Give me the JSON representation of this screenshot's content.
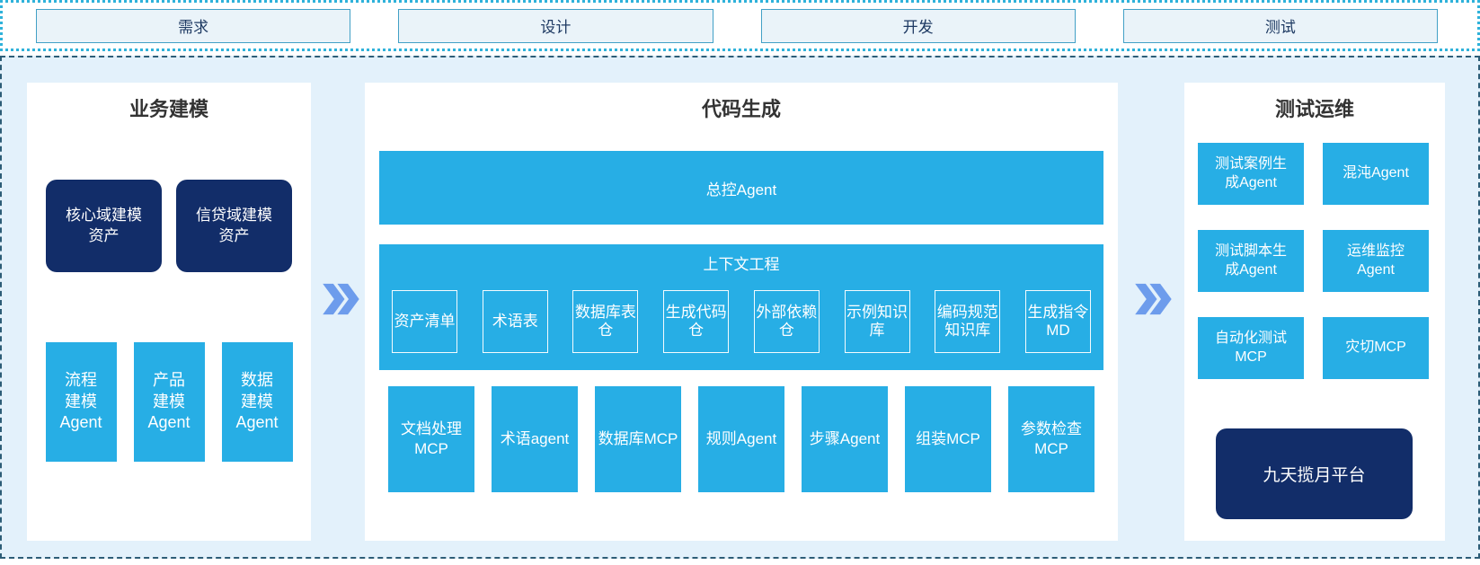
{
  "phases": {
    "items": [
      {
        "label": "需求"
      },
      {
        "label": "设计"
      },
      {
        "label": "开发"
      },
      {
        "label": "测试"
      }
    ]
  },
  "left_panel": {
    "title": "业务建模",
    "assets": [
      {
        "label": "核心域建模资产"
      },
      {
        "label": "信贷域建模资产"
      }
    ],
    "agents": [
      {
        "label": "流程建模Agent"
      },
      {
        "label": "产品建模Agent"
      },
      {
        "label": "数据建模Agent"
      }
    ]
  },
  "middle_panel": {
    "title": "代码生成",
    "master_agent": "总控Agent",
    "context_engineering": {
      "title": "上下文工程",
      "items": [
        {
          "label": "资产清单"
        },
        {
          "label": "术语表"
        },
        {
          "label": "数据库表仓"
        },
        {
          "label": "生成代码仓"
        },
        {
          "label": "外部依赖仓"
        },
        {
          "label": "示例知识库"
        },
        {
          "label": "编码规范知识库"
        },
        {
          "label": "生成指令MD"
        }
      ]
    },
    "tools": [
      {
        "label": "文档处理MCP"
      },
      {
        "label": "术语agent"
      },
      {
        "label": "数据库MCP"
      },
      {
        "label": "规则Agent"
      },
      {
        "label": "步骤Agent"
      },
      {
        "label": "组装MCP"
      },
      {
        "label": "参数检查MCP"
      }
    ]
  },
  "right_panel": {
    "title": "测试运维",
    "boxes": [
      {
        "label": "测试案例生成Agent"
      },
      {
        "label": "混沌Agent"
      },
      {
        "label": "测试脚本生成Agent"
      },
      {
        "label": "运维监控Agent"
      },
      {
        "label": "自动化测试MCP"
      },
      {
        "label": "灾切MCP"
      }
    ],
    "platform": {
      "label": "九天揽月平台"
    }
  },
  "icons": {
    "flow_arrow": "double-chevron-right"
  },
  "colors": {
    "cyan": "#27aee5",
    "navy": "#122d69",
    "container_bg": "#e3f1fb",
    "container_border": "#2d5d77",
    "strip_border": "#2fb2da",
    "phase_box_bg": "#eaf3f9",
    "phase_box_border": "#42a0c6",
    "arrow": "#6d9cec"
  }
}
